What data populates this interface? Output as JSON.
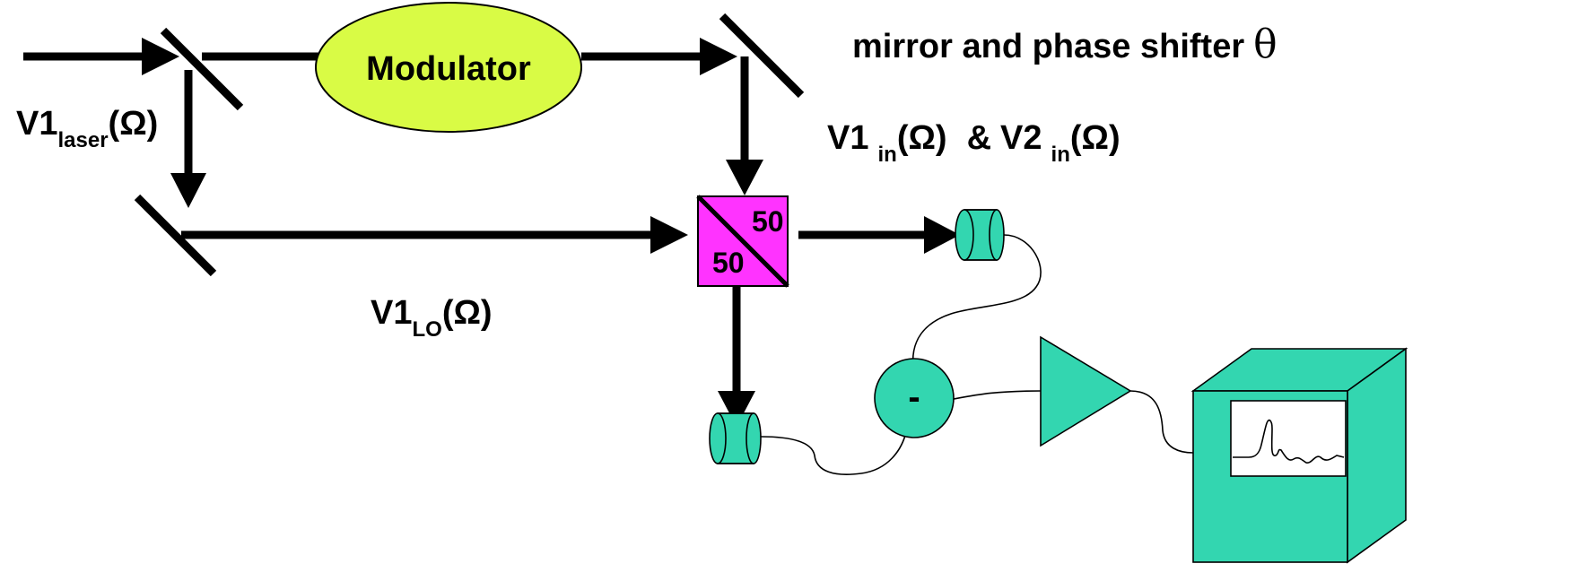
{
  "labels": {
    "modulator": "Modulator",
    "mirror_phase": "mirror and phase shifter",
    "theta": "θ",
    "v1": "V1",
    "laser_sub": "laser",
    "lo_sub": "LO",
    "in_sub": "in",
    "omega_paren": "(Ω)",
    "amp": "&",
    "v2": "V2",
    "split_top": "50",
    "split_bottom": "50",
    "subtractor": "-"
  },
  "colors": {
    "modulator": "#d9fb45",
    "beamsplitter": "#ff33ff",
    "components": "#33d6b0"
  },
  "icons": {
    "mirror": "diagonal-line-mirror",
    "detector": "cylinder-photodetector",
    "amplifier": "triangle-amplifier",
    "scope": "box-oscilloscope"
  }
}
